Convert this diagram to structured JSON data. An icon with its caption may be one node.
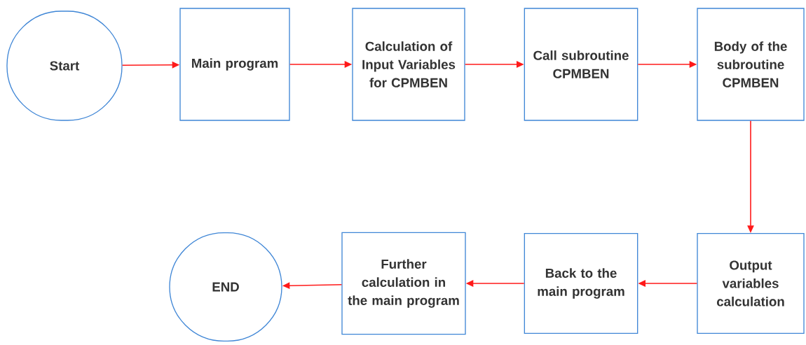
{
  "diagram": {
    "nodes": [
      {
        "text": [
          "Start"
        ]
      },
      {
        "text": [
          "Main program"
        ]
      },
      {
        "text": [
          "Calculation of Input Variables for CPMBEN"
        ]
      },
      {
        "text": [
          "Call subroutine CPMBEN"
        ]
      },
      {
        "text": [
          "Body of the subroutine CPMBEN"
        ]
      },
      {
        "text": [
          "Output variables calculation"
        ]
      },
      {
        "text": [
          "Back to the main program"
        ]
      },
      {
        "text": [
          "Further calculation in the main program"
        ]
      },
      {
        "text": [
          "END"
        ]
      }
    ],
    "edges": [
      {
        "from": 0,
        "to": 1,
        "arrow": "to"
      },
      {
        "from": 1,
        "to": 2,
        "arrow": "to"
      },
      {
        "from": 2,
        "to": 3,
        "arrow": "to"
      },
      {
        "from": 3,
        "to": 4,
        "arrow": "to"
      },
      {
        "from": 4,
        "to": 5,
        "arrow": "to"
      },
      {
        "from": 5,
        "to": 6,
        "arrow": "to"
      },
      {
        "from": 6,
        "to": 7,
        "arrow": "to"
      },
      {
        "from": 7,
        "to": 8,
        "arrow": "to"
      }
    ]
  }
}
